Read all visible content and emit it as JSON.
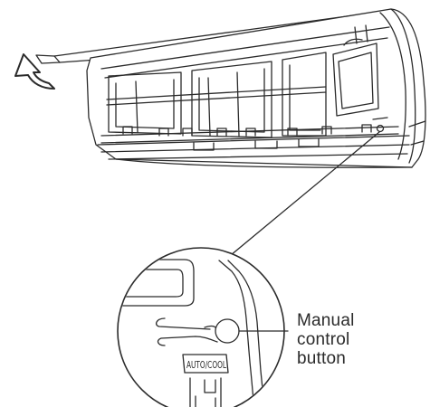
{
  "callout": {
    "label_lines": [
      "Manual",
      "control",
      "button"
    ]
  },
  "zoom": {
    "button_marking": "AUTO/COOL"
  }
}
